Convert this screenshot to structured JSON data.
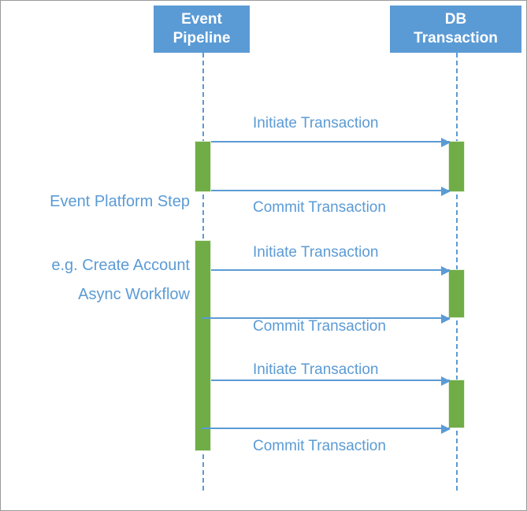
{
  "diagram": {
    "type": "sequence-diagram",
    "colors": {
      "participant_fill": "#5b9bd5",
      "participant_text": "#ffffff",
      "activation_fill": "#70ad47",
      "line_and_label": "#5b9bd5",
      "background": "#ffffff",
      "frame_border": "#9a9a9a"
    },
    "participants": [
      {
        "id": "event-pipeline",
        "name_line1": "Event",
        "name_line2": "Pipeline"
      },
      {
        "id": "db-transaction",
        "name_line1": "DB",
        "name_line2": "Transaction"
      }
    ],
    "side_labels": [
      {
        "id": "event-platform-step",
        "line1": "Event Platform Step",
        "line2": "e.g. Create Account"
      },
      {
        "id": "async-workflow",
        "line1": "Async Workflow",
        "line2": ""
      }
    ],
    "messages": [
      {
        "id": "msg-1",
        "label": "Initiate Transaction",
        "from": "event-pipeline",
        "to": "db-transaction",
        "direction": "right"
      },
      {
        "id": "msg-2",
        "label": "Commit Transaction",
        "from": "event-pipeline",
        "to": "db-transaction",
        "direction": "right"
      },
      {
        "id": "msg-3",
        "label": "Initiate Transaction",
        "from": "event-pipeline",
        "to": "db-transaction",
        "direction": "right"
      },
      {
        "id": "msg-4",
        "label": "Commit Transaction",
        "from": "event-pipeline",
        "to": "db-transaction",
        "direction": "right"
      },
      {
        "id": "msg-5",
        "label": "Initiate Transaction",
        "from": "event-pipeline",
        "to": "db-transaction",
        "direction": "right"
      },
      {
        "id": "msg-6",
        "label": "Commit Transaction",
        "from": "event-pipeline",
        "to": "db-transaction",
        "direction": "right"
      }
    ]
  }
}
